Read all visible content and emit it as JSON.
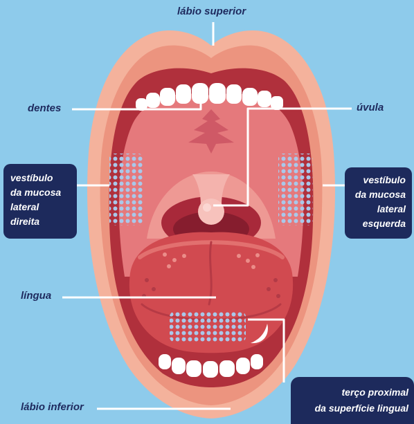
{
  "labels": {
    "labio_superior": "lábio superior",
    "dentes": "dentes",
    "uvula": "úvula",
    "lingua": "língua",
    "labio_inferior": "lábio inferior"
  },
  "boxes": {
    "vestibulo_direita": [
      "vestíbulo",
      "da mucosa",
      "lateral",
      "direita"
    ],
    "vestibulo_esquerda": [
      "vestíbulo",
      "da mucosa",
      "lateral",
      "esquerda"
    ],
    "terco_proximal": [
      "terço proximal",
      "da superfície lingual"
    ]
  },
  "colors": {
    "background": "#8ecbeb",
    "label_text": "#1e2a5e",
    "box_fill": "#1d2a5c",
    "box_text": "#ffffff",
    "leader_line": "#ffffff",
    "lip": "#f2a892",
    "mouth_cavity": "#b0303c",
    "palate": "#e5797c",
    "tongue": "#d14a50",
    "dot_pattern": "#a9c8ea"
  }
}
